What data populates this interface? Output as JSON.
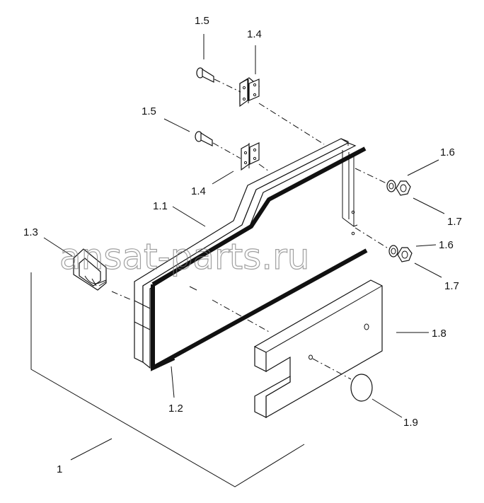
{
  "callouts": {
    "c1": "1",
    "c1_1": "1.1",
    "c1_2": "1.2",
    "c1_3": "1.3",
    "c1_4_top": "1.4",
    "c1_4_bottom": "1.4",
    "c1_5_top": "1.5",
    "c1_5_bottom": "1.5",
    "c1_6_top": "1.6",
    "c1_6_bottom": "1.6",
    "c1_7_top": "1.7",
    "c1_7_bottom": "1.7",
    "c1_8": "1.8",
    "c1_9": "1.9"
  },
  "watermark": "ansat-parts.ru"
}
